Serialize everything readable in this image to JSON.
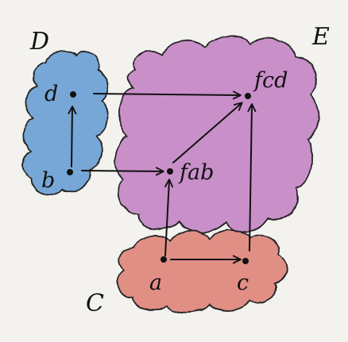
{
  "sets": [
    {
      "id": "D",
      "label": "D",
      "color": "#6fa3d6"
    },
    {
      "id": "E",
      "label": "E",
      "color": "#c78ac8"
    },
    {
      "id": "C",
      "label": "C",
      "color": "#e08a80"
    }
  ],
  "nodes": [
    {
      "id": "d",
      "label": "d"
    },
    {
      "id": "b",
      "label": "b"
    },
    {
      "id": "fab",
      "label": "fab"
    },
    {
      "id": "fcd",
      "label": "fcd"
    },
    {
      "id": "a",
      "label": "a"
    },
    {
      "id": "c",
      "label": "c"
    }
  ],
  "edges": [
    {
      "from": "b",
      "to": "d"
    },
    {
      "from": "d",
      "to": "fcd"
    },
    {
      "from": "b",
      "to": "fab"
    },
    {
      "from": "fab",
      "to": "fcd"
    },
    {
      "from": "a",
      "to": "fab"
    },
    {
      "from": "a",
      "to": "c"
    },
    {
      "from": "c",
      "to": "fcd"
    }
  ],
  "colors": {
    "ink": "#111111",
    "paper": "#f4f2ee"
  }
}
